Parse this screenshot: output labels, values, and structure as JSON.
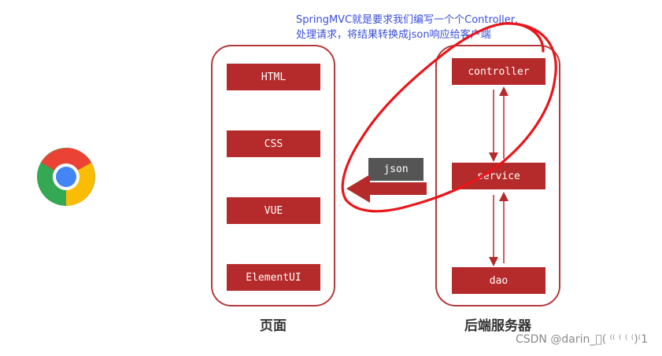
{
  "annotation": {
    "line1": "SpringMVC就是要求我们编写一个个Controller,",
    "line2": "处理请求，将结果转换成json响应给客户端"
  },
  "frontend": {
    "items": [
      "HTML",
      "CSS",
      "VUE",
      "ElementUI"
    ],
    "caption": "页面"
  },
  "backend": {
    "controller": "controller",
    "service": "service",
    "dao": "dao",
    "caption": "后端服务器"
  },
  "json_label": "json",
  "watermark": "CSDN @darin_\u0000( ⁽⁽ ⁽ ⁽ ⁽)⁽1",
  "colors": {
    "box": "#b52a2a",
    "panel_border": "#b33a3a",
    "highlight": "#e8161b",
    "json_box": "#555555",
    "annotation": "#3a4fd8"
  },
  "icons": {
    "browser": "chrome-icon"
  }
}
